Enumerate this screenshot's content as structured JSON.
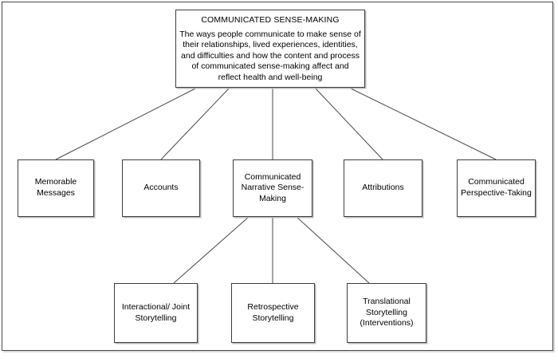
{
  "diagram": {
    "root": {
      "title": "COMMUNICATED SENSE-MAKING",
      "body": "The ways people communicate to make sense of their relationships, lived experiences, identities, and difficulties and how the content and process of communicated sense-making affect and reflect health and well-being"
    },
    "level2": [
      {
        "id": "memorable",
        "label": "Memorable Messages"
      },
      {
        "id": "accounts",
        "label": "Accounts"
      },
      {
        "id": "cnsm",
        "label": "Communicated Narrative Sense-Making"
      },
      {
        "id": "attributions",
        "label": "Attributions"
      },
      {
        "id": "perspective",
        "label": "Communicated Perspective-Taking"
      }
    ],
    "level3": [
      {
        "id": "interactional",
        "label": "Interactional/ Joint Storytelling"
      },
      {
        "id": "retrospective",
        "label": "Retrospective Storytelling"
      },
      {
        "id": "translational",
        "label": "Translational Storytelling (Interventions)"
      }
    ],
    "style": {
      "line_color": "#4a4a4a",
      "box_border": "#3f3f3f",
      "background": "#ffffff",
      "text_color": "#000000"
    }
  }
}
